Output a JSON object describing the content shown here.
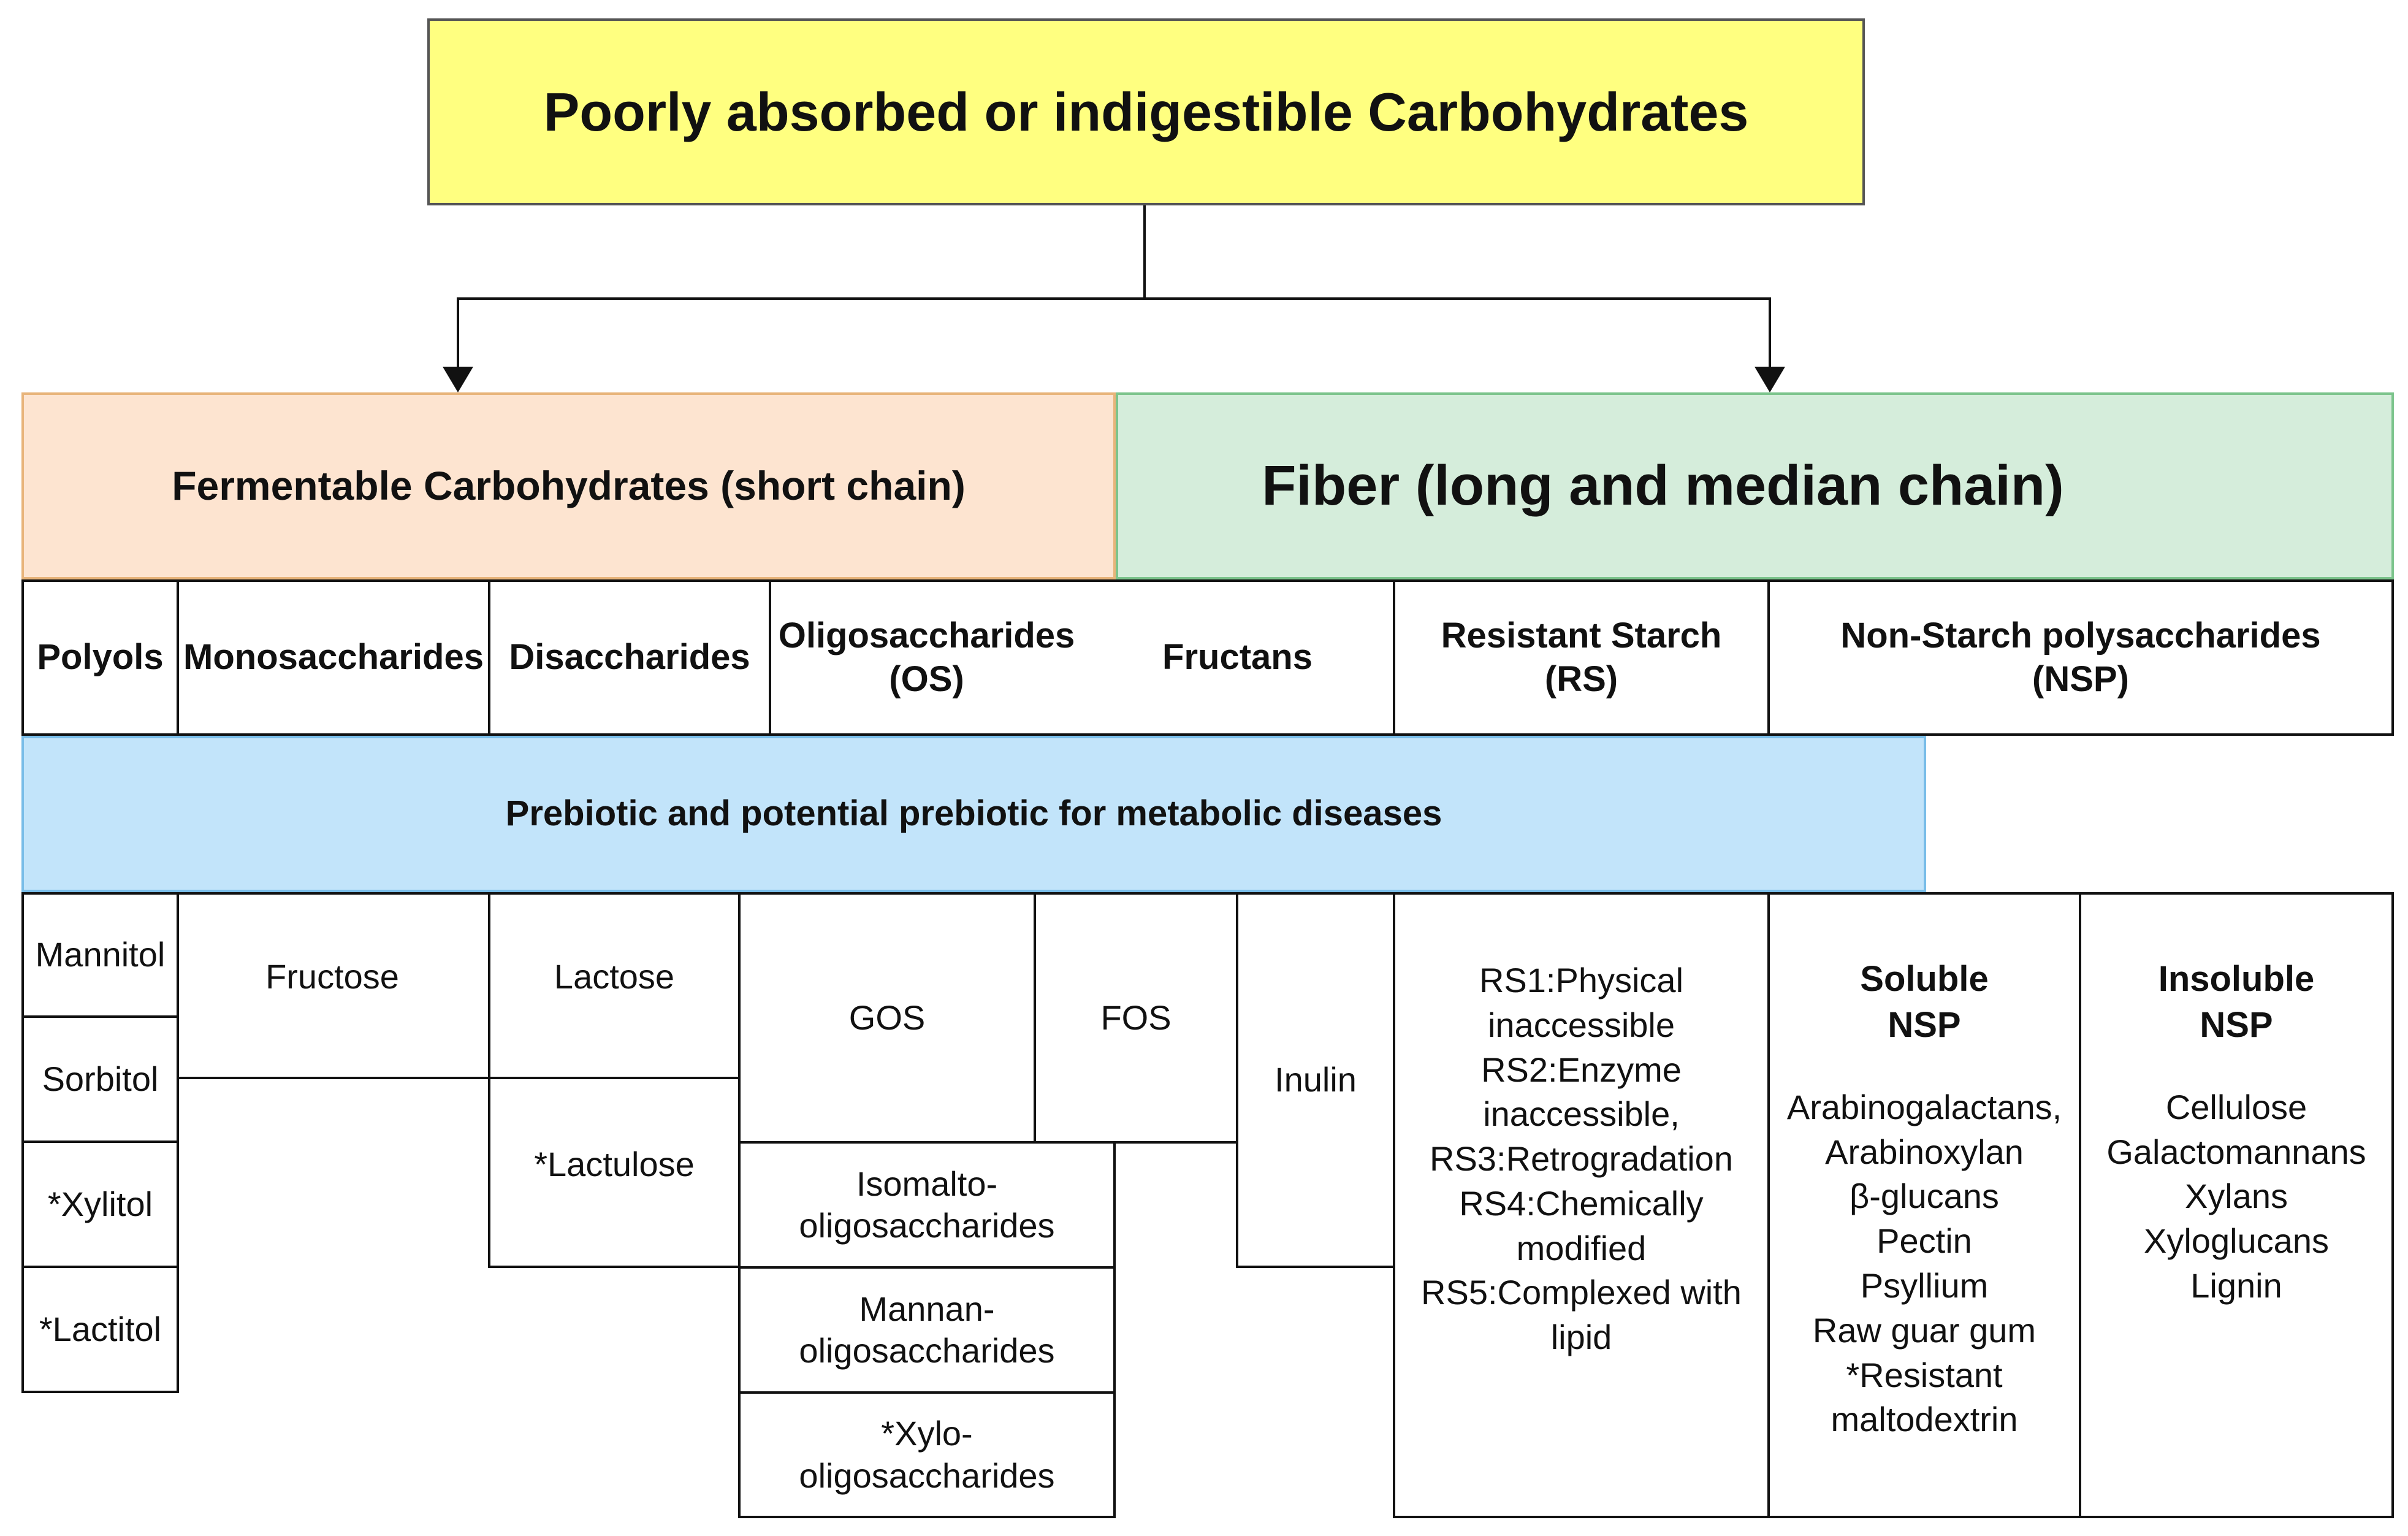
{
  "title": "Poorly absorbed or indigestible Carbohydrates",
  "branches": {
    "fermentable": "Fermentable Carbohydrates (short chain)",
    "fiber": "Fiber (long and median chain)"
  },
  "categories": {
    "polyols": "Polyols",
    "monosaccharides": "Monosaccharides",
    "disaccharides": "Disaccharides",
    "oligosaccharides": "Oligosaccharides\n(OS)",
    "fructans": "Fructans",
    "resistant_starch": "Resistant Starch\n(RS)",
    "nsp": "Non-Starch polysaccharides\n(NSP)"
  },
  "prebiotic_banner": "Prebiotic and potential prebiotic for metabolic diseases",
  "polyols": [
    "Mannitol",
    "Sorbitol",
    "*Xylitol",
    "*Lactitol"
  ],
  "monosaccharides": [
    "Fructose"
  ],
  "disaccharides": [
    "Lactose",
    "*Lactulose"
  ],
  "oligosaccharides": {
    "gos": "GOS",
    "fos": "FOS",
    "isomalto": "Isomalto-\noligosaccharides",
    "mannan": "Mannan-\noligosaccharides",
    "xylo": "*Xylo-\noligosaccharides"
  },
  "fructans": [
    "Inulin"
  ],
  "resistant_starch_types": "RS1:Physical\ninaccessible\nRS2:Enzyme\ninaccessible,\nRS3:Retrogradation\nRS4:Chemically\nmodified\nRS5:Complexed with\nlipid",
  "soluble_nsp": {
    "title": "Soluble\nNSP",
    "items": "Arabinogalactans,\nArabinoxylan\nβ-glucans\nPectin\nPsyllium\nRaw guar gum\n*Resistant\nmaltodextrin"
  },
  "insoluble_nsp": {
    "title": "Insoluble\nNSP",
    "items": "Cellulose\nGalactomannans\nXylans\nXyloglucans\nLignin"
  },
  "colors": {
    "title_bg": "#ffff80",
    "fermentable_bg": "#fde4d0",
    "fiber_bg": "#d5eddb",
    "prebiotic_bg": "#c2e4fa"
  }
}
